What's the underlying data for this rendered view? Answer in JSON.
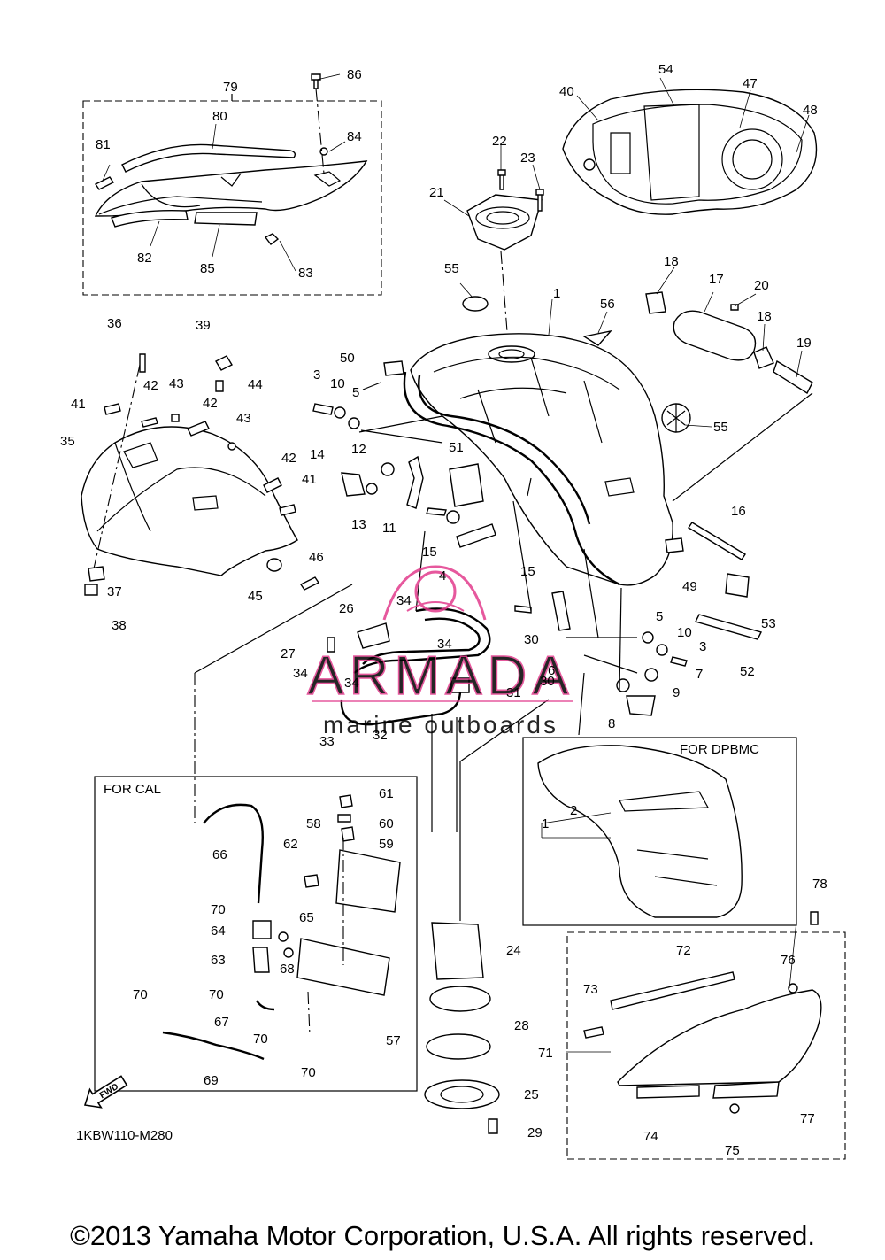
{
  "diagram_code": "1KBW110-M280",
  "copyright": "©2013 Yamaha Motor Corporation, U.S.A. All rights reserved.",
  "watermark": {
    "brand": "ARMADA",
    "tagline": "marine outboards",
    "color": "#e23c8c"
  },
  "boxes": {
    "cal": "FOR CAL",
    "dpbmc": "FOR DPBMC"
  },
  "fwd_label": "FWD",
  "labels": [
    {
      "id": "l86",
      "text": "86"
    },
    {
      "id": "l79",
      "text": "79"
    },
    {
      "id": "l80",
      "text": "80"
    },
    {
      "id": "l84",
      "text": "84"
    },
    {
      "id": "l81",
      "text": "81"
    },
    {
      "id": "l82",
      "text": "82"
    },
    {
      "id": "l85",
      "text": "85"
    },
    {
      "id": "l83",
      "text": "83"
    },
    {
      "id": "l54",
      "text": "54"
    },
    {
      "id": "l40",
      "text": "40"
    },
    {
      "id": "l47",
      "text": "47"
    },
    {
      "id": "l48",
      "text": "48"
    },
    {
      "id": "l22",
      "text": "22"
    },
    {
      "id": "l23",
      "text": "23"
    },
    {
      "id": "l21",
      "text": "21"
    },
    {
      "id": "l55a",
      "text": "55"
    },
    {
      "id": "l1",
      "text": "1"
    },
    {
      "id": "l56",
      "text": "56"
    },
    {
      "id": "l18a",
      "text": "18"
    },
    {
      "id": "l17",
      "text": "17"
    },
    {
      "id": "l20",
      "text": "20"
    },
    {
      "id": "l18b",
      "text": "18"
    },
    {
      "id": "l19",
      "text": "19"
    },
    {
      "id": "l36",
      "text": "36"
    },
    {
      "id": "l39",
      "text": "39"
    },
    {
      "id": "l42a",
      "text": "42"
    },
    {
      "id": "l43a",
      "text": "43"
    },
    {
      "id": "l44",
      "text": "44"
    },
    {
      "id": "l41a",
      "text": "41"
    },
    {
      "id": "l42b",
      "text": "42"
    },
    {
      "id": "l43b",
      "text": "43"
    },
    {
      "id": "l35",
      "text": "35"
    },
    {
      "id": "l42c",
      "text": "42"
    },
    {
      "id": "l41b",
      "text": "41"
    },
    {
      "id": "l50",
      "text": "50"
    },
    {
      "id": "l3a",
      "text": "3"
    },
    {
      "id": "l10a",
      "text": "10"
    },
    {
      "id": "l5a",
      "text": "5"
    },
    {
      "id": "l55b",
      "text": "55"
    },
    {
      "id": "l12",
      "text": "12"
    },
    {
      "id": "l51",
      "text": "51"
    },
    {
      "id": "l14",
      "text": "14"
    },
    {
      "id": "l13",
      "text": "13"
    },
    {
      "id": "l11",
      "text": "11"
    },
    {
      "id": "l16",
      "text": "16"
    },
    {
      "id": "l46",
      "text": "46"
    },
    {
      "id": "l15a",
      "text": "15"
    },
    {
      "id": "l49",
      "text": "49"
    },
    {
      "id": "l37",
      "text": "37"
    },
    {
      "id": "l45",
      "text": "45"
    },
    {
      "id": "l4",
      "text": "4"
    },
    {
      "id": "l15b",
      "text": "15"
    },
    {
      "id": "l53",
      "text": "53"
    },
    {
      "id": "l38",
      "text": "38"
    },
    {
      "id": "l26",
      "text": "26"
    },
    {
      "id": "l34a",
      "text": "34"
    },
    {
      "id": "l5b",
      "text": "5"
    },
    {
      "id": "l10b",
      "text": "10"
    },
    {
      "id": "l30a",
      "text": "30"
    },
    {
      "id": "l34b",
      "text": "34"
    },
    {
      "id": "l3b",
      "text": "3"
    },
    {
      "id": "l52",
      "text": "52"
    },
    {
      "id": "l27",
      "text": "27"
    },
    {
      "id": "l6",
      "text": "6"
    },
    {
      "id": "l34c",
      "text": "34"
    },
    {
      "id": "l34d",
      "text": "34"
    },
    {
      "id": "l30b",
      "text": "30"
    },
    {
      "id": "l7",
      "text": "7"
    },
    {
      "id": "l31",
      "text": "31"
    },
    {
      "id": "l9",
      "text": "9"
    },
    {
      "id": "l8",
      "text": "8"
    },
    {
      "id": "l33",
      "text": "33"
    },
    {
      "id": "l32",
      "text": "32"
    },
    {
      "id": "l61",
      "text": "61"
    },
    {
      "id": "l60",
      "text": "60"
    },
    {
      "id": "l58",
      "text": "58"
    },
    {
      "id": "l59",
      "text": "59"
    },
    {
      "id": "l2",
      "text": "2"
    },
    {
      "id": "l1b",
      "text": "1"
    },
    {
      "id": "l66",
      "text": "66"
    },
    {
      "id": "l62",
      "text": "62"
    },
    {
      "id": "l78",
      "text": "78"
    },
    {
      "id": "l70a",
      "text": "70"
    },
    {
      "id": "l65",
      "text": "65"
    },
    {
      "id": "l64",
      "text": "64"
    },
    {
      "id": "l24",
      "text": "24"
    },
    {
      "id": "l72",
      "text": "72"
    },
    {
      "id": "l63",
      "text": "63"
    },
    {
      "id": "l76",
      "text": "76"
    },
    {
      "id": "l68",
      "text": "68"
    },
    {
      "id": "l73",
      "text": "73"
    },
    {
      "id": "l70b",
      "text": "70"
    },
    {
      "id": "l70c",
      "text": "70"
    },
    {
      "id": "l67",
      "text": "67"
    },
    {
      "id": "l28",
      "text": "28"
    },
    {
      "id": "l70d",
      "text": "70"
    },
    {
      "id": "l57",
      "text": "57"
    },
    {
      "id": "l71",
      "text": "71"
    },
    {
      "id": "l69",
      "text": "69"
    },
    {
      "id": "l70e",
      "text": "70"
    },
    {
      "id": "l25",
      "text": "25"
    },
    {
      "id": "l77",
      "text": "77"
    },
    {
      "id": "l29",
      "text": "29"
    },
    {
      "id": "l74",
      "text": "74"
    },
    {
      "id": "l75",
      "text": "75"
    }
  ]
}
